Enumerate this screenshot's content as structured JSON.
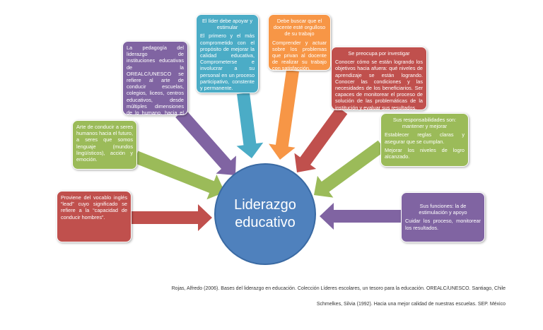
{
  "colors": {
    "red": "#c0504d",
    "green": "#9bbb59",
    "purple": "#8064a2",
    "blue": "#4bacc6",
    "orange": "#f79646",
    "center": "#4f81bd"
  },
  "center": {
    "line1": "Liderazgo",
    "line2": "educativo"
  },
  "boxes": {
    "origin": {
      "text": "Proviene del vocablo inglés “lead” cuyo significado se refiere a la “capacidad de conducir hombres”."
    },
    "art": {
      "text": "Arte de conducir a seres humanos hacia el futuro, a seres que somos lenguaje (mundos lingüísticos), acción y emoción."
    },
    "pedagogy": {
      "text": "La pedagogía del liderazgo de instituciones educativas de la OREALC/UNESCO se refiere al arte de conducir escuelas, colegios, liceos, centros educativos, desde múltiples dimensiones de lo humano, hacia el futuro."
    },
    "support": {
      "title": "El líder debe apoyar y estimular",
      "text": "El primero y el más comprometido con el propósito de mejorar la calidad educativa, Comprometerse e involucrar a su personal en un proceso participativo, constente y permanente."
    },
    "proud": {
      "title": "Debe buscar que el docente esté orgulloso de su trabajo",
      "text": "Comprender y actuar sobre los problemas que privan al docente de realizar su trabajo con satisfacción."
    },
    "research": {
      "title": "Se preocupa por investigar",
      "text": "Conocer cómo se están logrando los objetivos hacia afuera: qué niveles de aprendizaje se están logrando. Conocer las condiciones y las necesidades de los beneficiarios. Ser capaces de monitorear el proceso de solución de las problemáticas de la institución y evaluar sus resultados."
    },
    "responsibilities": {
      "title": "Sus responsabilidades son: mantener y mejorar",
      "text1": "Establecer reglas claras y asegurar que se cumplan.",
      "text2": "Mejorar los niveles de logro alcanzado."
    },
    "functions": {
      "title": "Sus funciones: la de estimulación y apoyo",
      "text": "Cuidar los proceso, monitorear los resultados."
    }
  },
  "citations": [
    "Rojas, Alfredo (2006). Bases del liderazgo en educación. Colección Líderes escolares, un tesoro para la educación. OREALC/UNESCO. Santiago, Chile",
    "Schmelkes, Silvia (1992). Hacia una mejor calidad de nuestras escuelas. SEP. México"
  ]
}
